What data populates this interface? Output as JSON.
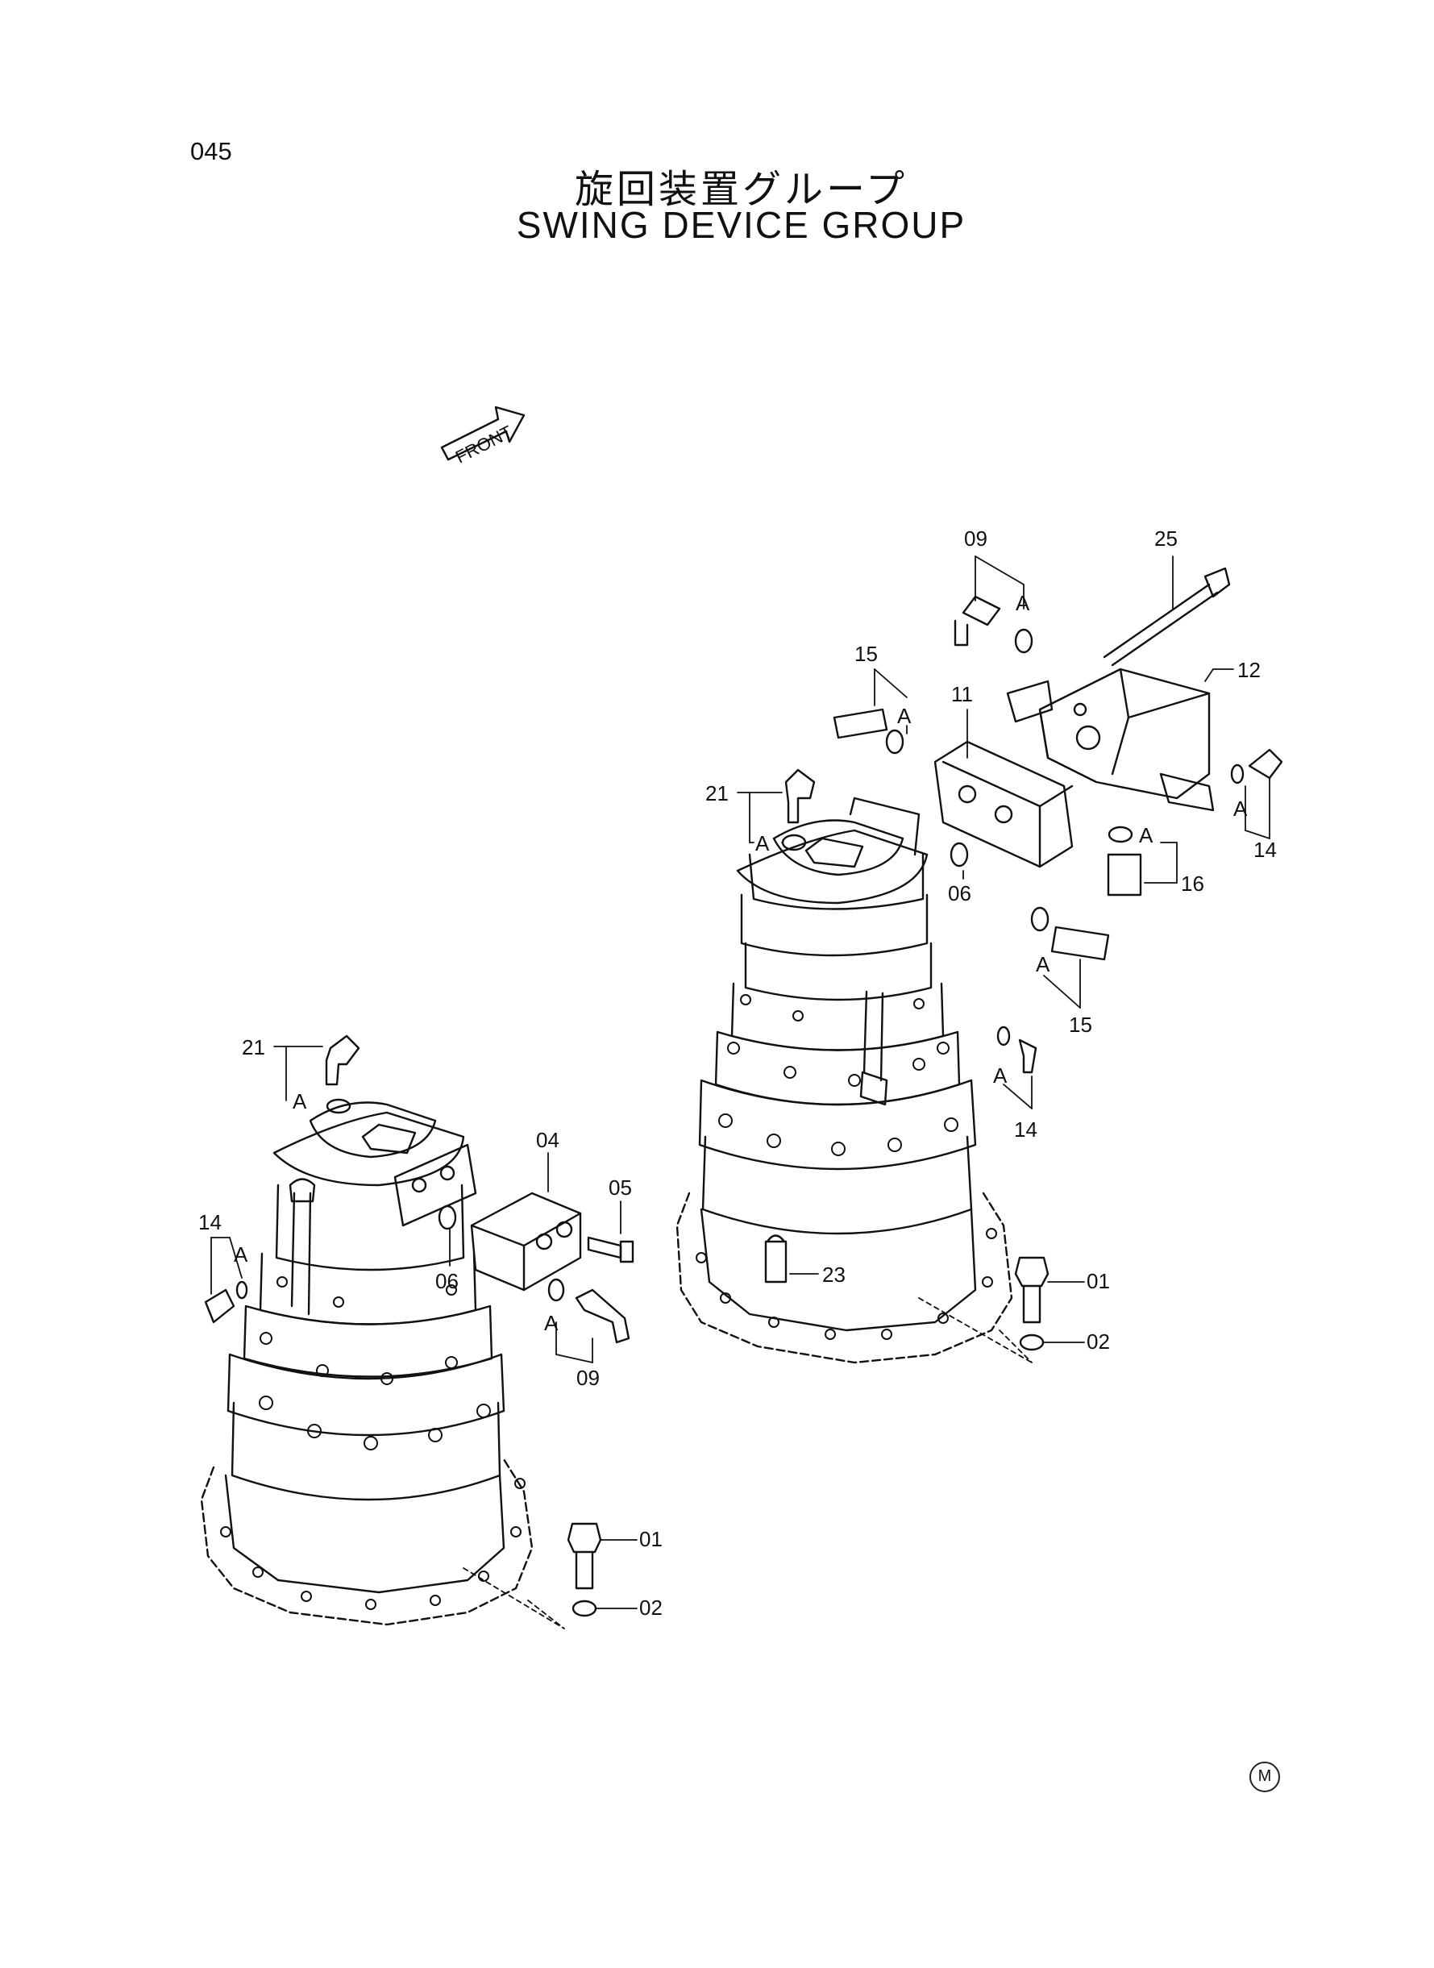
{
  "page": {
    "number": "045",
    "title_jp": "旋回装置グループ",
    "title_en": "SWING DEVICE GROUP",
    "front_label": "FRONT",
    "manufacturer_mark": "M"
  },
  "callouts": [
    {
      "id": "c-09-top",
      "label": "09"
    },
    {
      "id": "c-25",
      "label": "25"
    },
    {
      "id": "c-A-09",
      "label": "A"
    },
    {
      "id": "c-15-top",
      "label": "15"
    },
    {
      "id": "c-A-15-top",
      "label": "A"
    },
    {
      "id": "c-11",
      "label": "11"
    },
    {
      "id": "c-12",
      "label": "12"
    },
    {
      "id": "c-21-top",
      "label": "21"
    },
    {
      "id": "c-A-21-top",
      "label": "A"
    },
    {
      "id": "c-06-top",
      "label": "06"
    },
    {
      "id": "c-A-14-top",
      "label": "A"
    },
    {
      "id": "c-14-top",
      "label": "14"
    },
    {
      "id": "c-A-16",
      "label": "A"
    },
    {
      "id": "c-16",
      "label": "16"
    },
    {
      "id": "c-A-15-bot",
      "label": "A"
    },
    {
      "id": "c-15-bot",
      "label": "15"
    },
    {
      "id": "c-A-14-mid",
      "label": "A"
    },
    {
      "id": "c-14-mid",
      "label": "14"
    },
    {
      "id": "c-23",
      "label": "23"
    },
    {
      "id": "c-01-right",
      "label": "01"
    },
    {
      "id": "c-02-right",
      "label": "02"
    },
    {
      "id": "c-21-left",
      "label": "21"
    },
    {
      "id": "c-A-21-left",
      "label": "A"
    },
    {
      "id": "c-04",
      "label": "04"
    },
    {
      "id": "c-05",
      "label": "05"
    },
    {
      "id": "c-14-left",
      "label": "14"
    },
    {
      "id": "c-A-14-left",
      "label": "A"
    },
    {
      "id": "c-06-left",
      "label": "06"
    },
    {
      "id": "c-A-09-left",
      "label": "A"
    },
    {
      "id": "c-09-left",
      "label": "09"
    },
    {
      "id": "c-01-left",
      "label": "01"
    },
    {
      "id": "c-02-left",
      "label": "02"
    }
  ]
}
